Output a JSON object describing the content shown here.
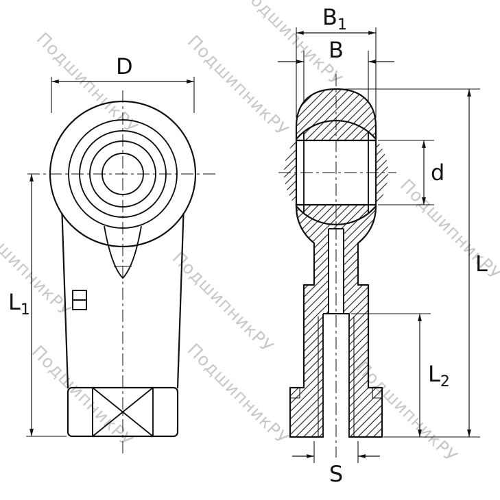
{
  "watermark": {
    "text": "ПодшипникРУ"
  },
  "front": {
    "dim_D": "D",
    "dim_L1": {
      "base": "L",
      "sub": "1"
    }
  },
  "side": {
    "dim_B1": {
      "base": "B",
      "sub": "1"
    },
    "dim_B": "B",
    "dim_d": "d",
    "dim_L": "L",
    "dim_L2": {
      "base": "L",
      "sub": "2"
    },
    "dim_S": "S"
  },
  "colors": {
    "line": "#111111",
    "watermark": "#c8c8c8",
    "background": "#ffffff"
  }
}
